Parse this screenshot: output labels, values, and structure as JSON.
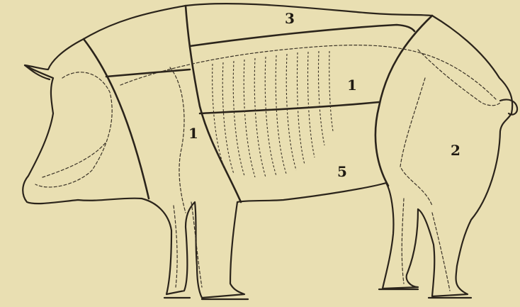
{
  "regions": [
    {
      "id": "loin",
      "number": "3"
    },
    {
      "id": "belly-upper",
      "number": "1"
    },
    {
      "id": "shoulder",
      "number": "1"
    },
    {
      "id": "ham",
      "number": "2"
    },
    {
      "id": "belly-lower",
      "number": "5"
    }
  ],
  "colors": {
    "background": "#e9dfb2",
    "ink": "#2b241b"
  }
}
